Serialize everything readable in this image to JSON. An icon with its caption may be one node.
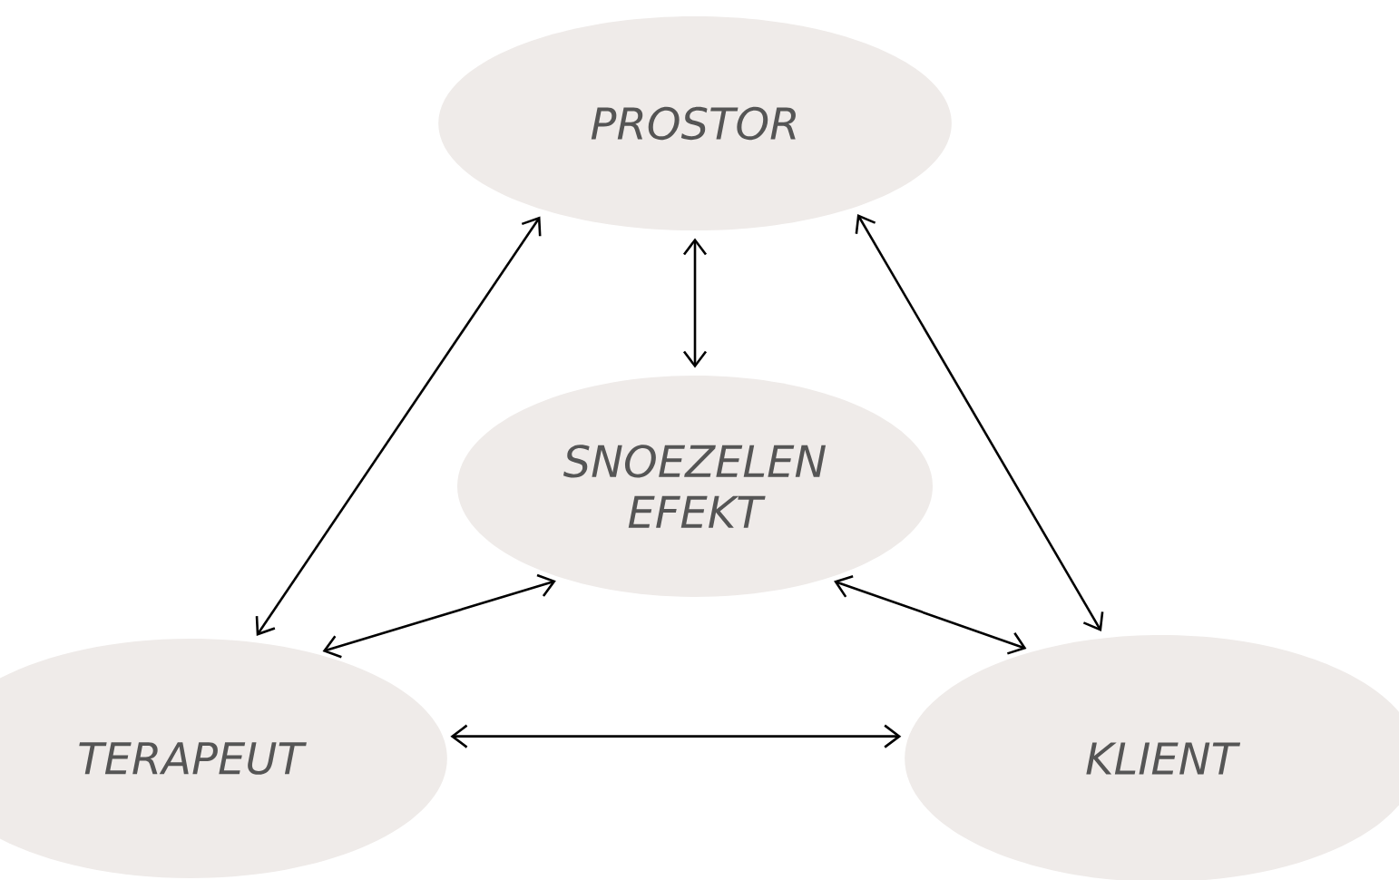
{
  "diagram": {
    "nodes": [
      {
        "text": [
          "PROSTOR"
        ]
      },
      {
        "text": [
          "SNOEZELEN EFEKT"
        ]
      },
      {
        "text": [
          "TERAPEUT"
        ]
      },
      {
        "text": [
          "KLIENT"
        ]
      }
    ],
    "edges": [
      {
        "from": 0,
        "to": 1,
        "arrow": "both"
      },
      {
        "from": 0,
        "to": 2,
        "arrow": "both"
      },
      {
        "from": 0,
        "to": 3,
        "arrow": "both"
      },
      {
        "from": 1,
        "to": 2,
        "arrow": "both"
      },
      {
        "from": 1,
        "to": 3,
        "arrow": "both"
      },
      {
        "from": 2,
        "to": 3,
        "arrow": "both"
      }
    ]
  }
}
